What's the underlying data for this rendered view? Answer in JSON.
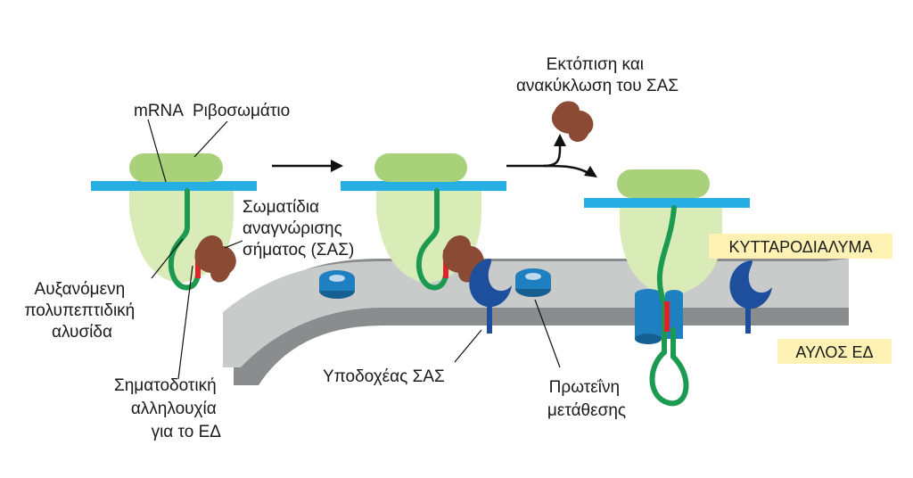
{
  "labels": {
    "mrna": "mRNA",
    "ribosome": "Ριβοσωμάτιο",
    "srp": [
      "Σωματίδια",
      "αναγνώρισης",
      "σήματος (ΣΑΣ)"
    ],
    "growing_chain": [
      "Αυξανόμενη",
      "πολυπεπτιδική",
      "αλυσίδα"
    ],
    "signal_sequence": [
      "Σηματοδοτική",
      "αλληλουχία",
      "για το ΕΔ"
    ],
    "srp_receptor": "Υποδοχέας ΣΑΣ",
    "translocon": [
      "Πρωτεΐνη",
      "μετάθεσης"
    ],
    "srp_release": [
      "Εκτόπιση και",
      "ανακύκλωση του ΣΑΣ"
    ],
    "cytosol": "ΚΥΤΤΑΡΟΔΙΑΛΥΜΑ",
    "er_lumen": "ΑΥΛΟΣ ΕΔ"
  },
  "colors": {
    "ribosome_large": "#a8d17a",
    "ribosome_small": "#d9ecb8",
    "mrna": "#27aee3",
    "chain": "#1d9a52",
    "signal": "#e3212a",
    "srp": "#8a4a33",
    "receptor": "#1d4f9c",
    "translocon": "#1e7fc1",
    "membrane_top": "#c9cbcb",
    "membrane_side": "#8a8c8d",
    "label_box": "#fdf2b3"
  }
}
